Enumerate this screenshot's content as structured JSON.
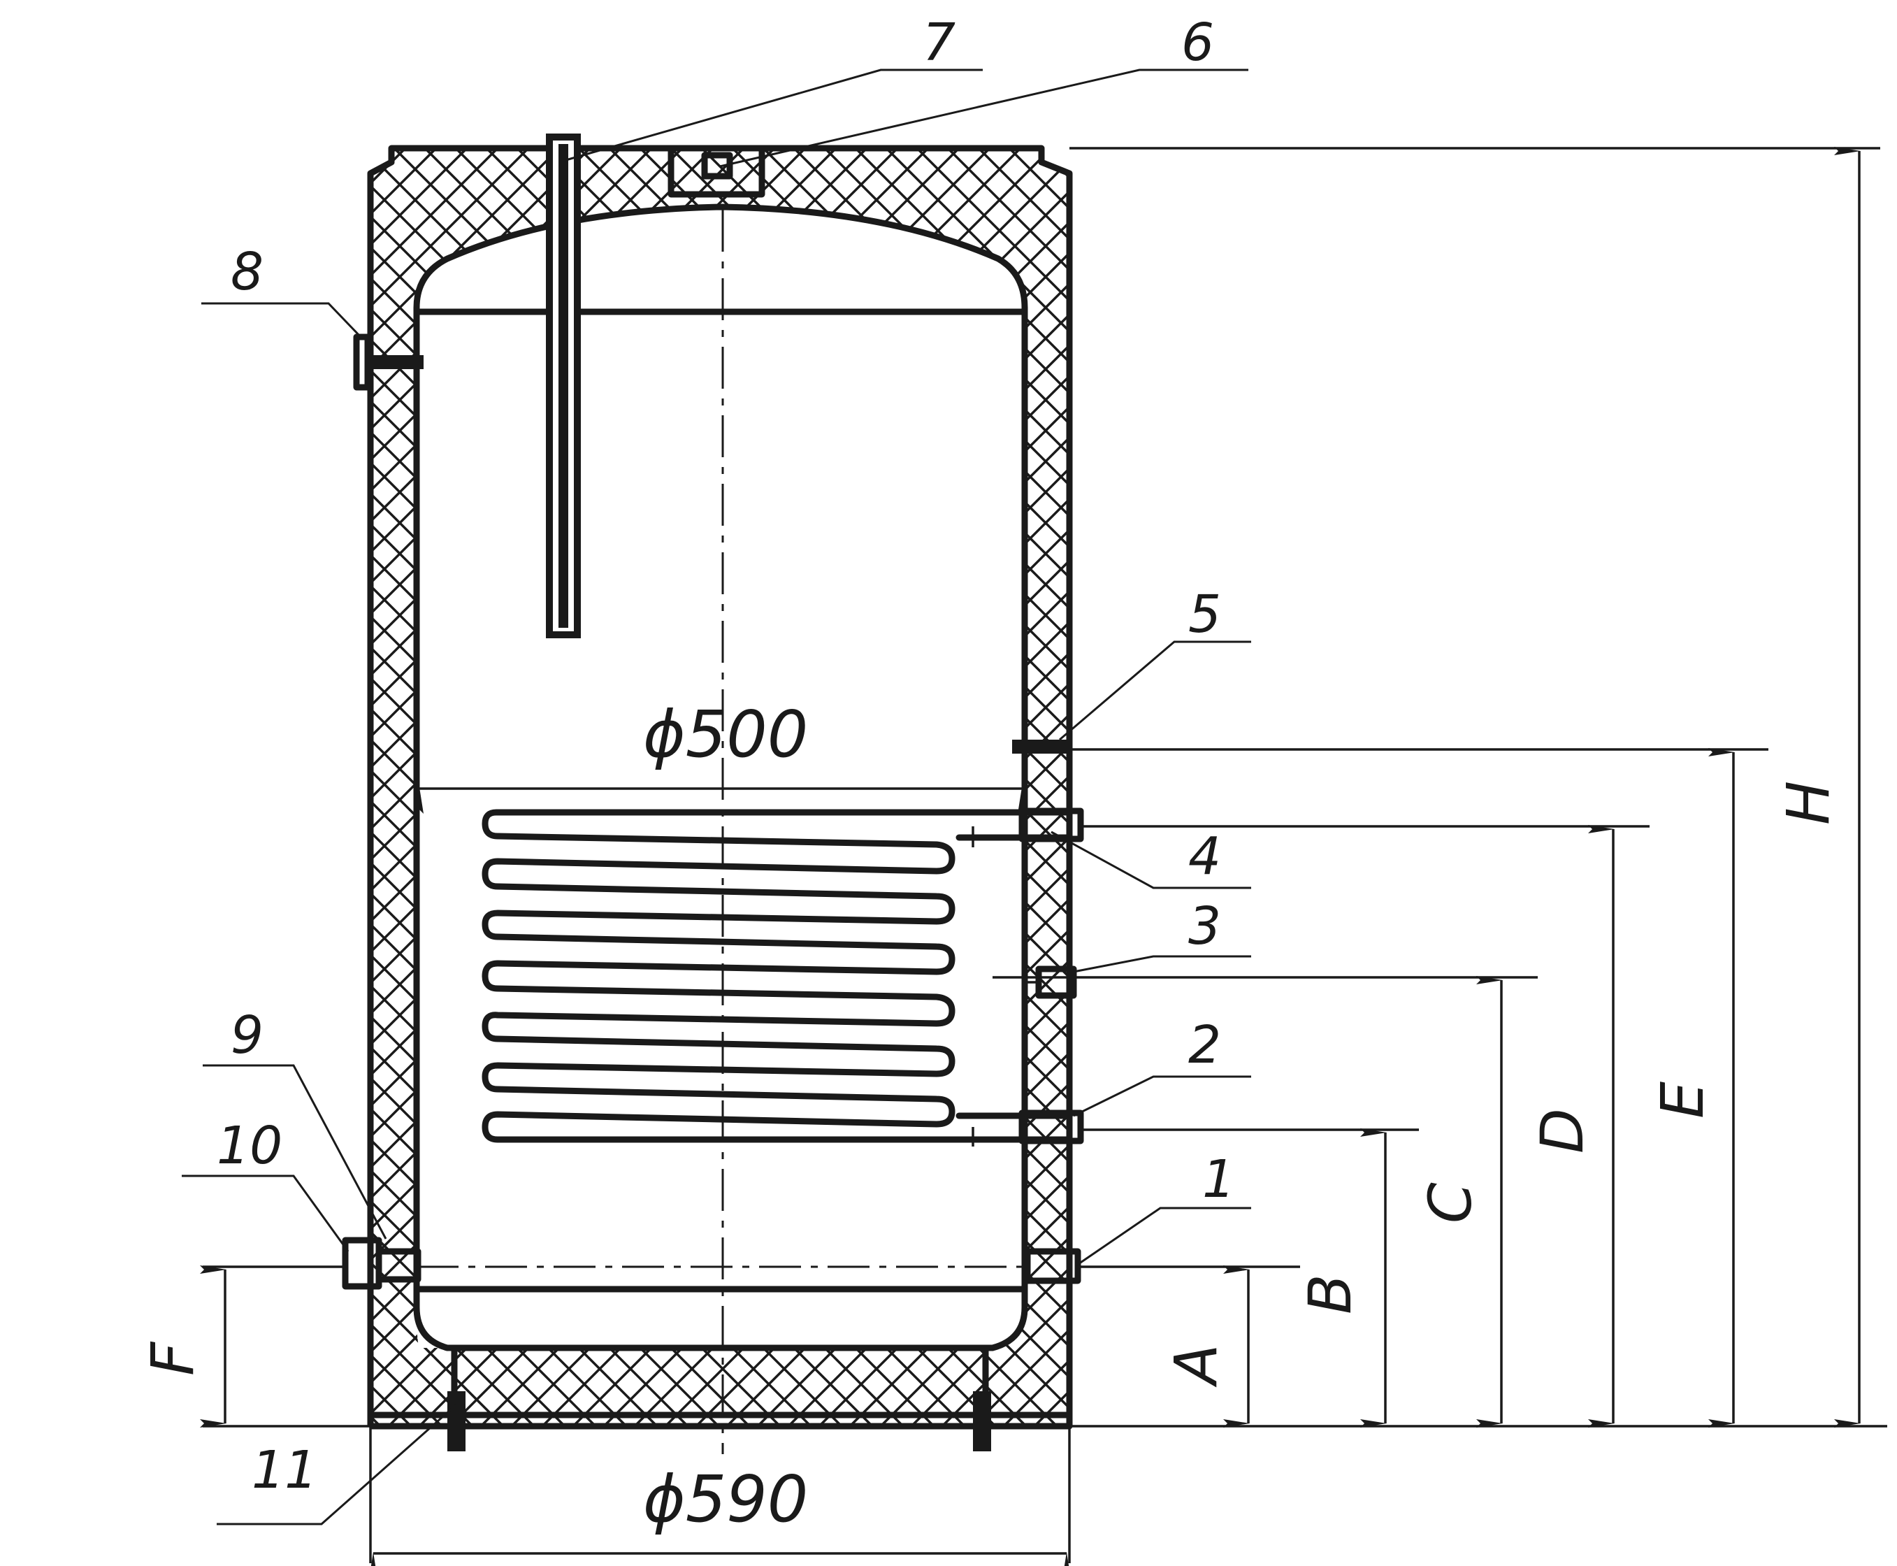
{
  "diagram": {
    "part_numbers": [
      "1",
      "2",
      "3",
      "4",
      "5",
      "6",
      "7",
      "8",
      "9",
      "10",
      "11"
    ],
    "diameters": {
      "inner": "ϕ500",
      "outer": "ϕ590"
    },
    "height_dimensions": [
      "A",
      "B",
      "C",
      "D",
      "E",
      "H",
      "F"
    ]
  }
}
